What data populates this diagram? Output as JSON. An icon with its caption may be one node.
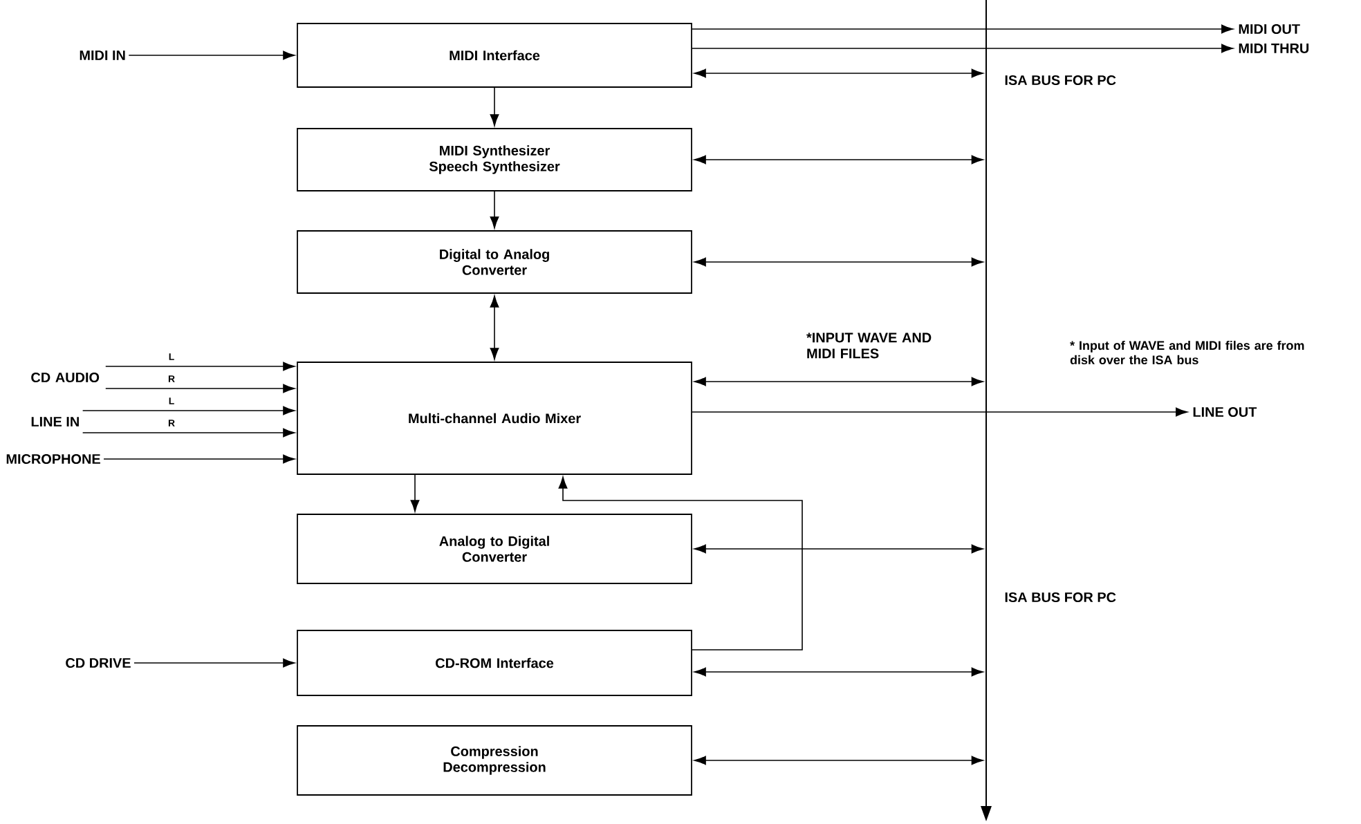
{
  "diagram": {
    "nodes": [
      {
        "text": [
          "MIDI Interface"
        ]
      },
      {
        "text": [
          "MIDI Synthesizer Speech Synthesizer"
        ]
      },
      {
        "text": [
          "Digital to Analog Converter"
        ]
      },
      {
        "text": [
          "Multi-channel Audio Mixer"
        ]
      },
      {
        "text": [
          "Analog to Digital Converter"
        ]
      },
      {
        "text": [
          "CD-ROM Interface"
        ]
      },
      {
        "text": [
          "Compression Decompression"
        ]
      },
      {
        "text": [],
        "shape": "bar",
        "beside": [
          "ISA BUS FOR PC",
          "ISA BUS FOR PC"
        ]
      },
      {
        "text": [
          "MIDI IN"
        ]
      },
      {
        "text": [
          "MIDI OUT"
        ]
      },
      {
        "text": [
          "MIDI THRU"
        ]
      },
      {
        "text": [
          "CD AUDIO"
        ]
      },
      {
        "text": [
          "LINE IN"
        ]
      },
      {
        "text": [
          "MICROPHONE"
        ]
      },
      {
        "text": [
          "LINE OUT"
        ]
      },
      {
        "text": [
          "CD DRIVE"
        ]
      }
    ],
    "edges": [
      {
        "from": 8,
        "to": 0,
        "arrow": "to"
      },
      {
        "from": 0,
        "to": 9,
        "arrow": "to"
      },
      {
        "from": 0,
        "to": 10,
        "arrow": "to"
      },
      {
        "from": 0,
        "to": 7,
        "arrow": "both"
      },
      {
        "from": 0,
        "to": 1,
        "arrow": "to"
      },
      {
        "from": 1,
        "to": 7,
        "arrow": "both"
      },
      {
        "from": 1,
        "to": 2,
        "arrow": "to"
      },
      {
        "from": 2,
        "to": 3,
        "arrow": "both"
      },
      {
        "from": 2,
        "to": 7,
        "arrow": "both"
      },
      {
        "from": 11,
        "to": 3,
        "arrow": "to",
        "label": "L"
      },
      {
        "from": 11,
        "to": 3,
        "arrow": "to",
        "label": "R"
      },
      {
        "from": 12,
        "to": 3,
        "arrow": "to",
        "label": "L"
      },
      {
        "from": 12,
        "to": 3,
        "arrow": "to",
        "label": "R"
      },
      {
        "from": 13,
        "to": 3,
        "arrow": "to"
      },
      {
        "from": 3,
        "to": 7,
        "arrow": "both",
        "label": "*INPUT WAVE AND MIDI FILES"
      },
      {
        "from": 3,
        "to": 14,
        "arrow": "to"
      },
      {
        "from": 3,
        "to": 4,
        "arrow": "to"
      },
      {
        "from": 5,
        "to": 3,
        "arrow": "to"
      },
      {
        "from": 4,
        "to": 7,
        "arrow": "both"
      },
      {
        "from": 15,
        "to": 5,
        "arrow": "to"
      },
      {
        "from": 5,
        "to": 7,
        "arrow": "both"
      },
      {
        "from": 6,
        "to": 7,
        "arrow": "both"
      }
    ],
    "labels": [
      "* Input of WAVE and MIDI files are from disk over the ISA bus"
    ]
  }
}
